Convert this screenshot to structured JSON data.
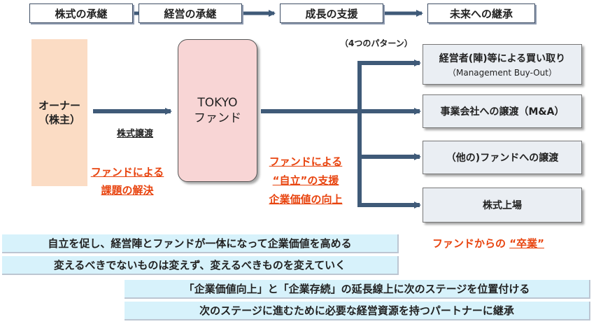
{
  "stages": [
    "株式の承継",
    "経営の承継",
    "成長の支援",
    "未来への継承"
  ],
  "owner": {
    "line1": "オーナー",
    "line2": "（株主）"
  },
  "transfer_label": "株式譲渡",
  "fund_solution": {
    "line1": "ファンドによる",
    "line2": "課題の解決"
  },
  "fund": {
    "line1": "TOKYO",
    "line2": "ファンド"
  },
  "fund_support": {
    "line1": "ファンドによる",
    "line2": "“自立”の支援",
    "line3": "企業価値の向上"
  },
  "patterns_label": "（4つのパターン）",
  "patterns": [
    {
      "label": "経営者(陣)等による買い取り",
      "sub": "（Management Buy-Out）"
    },
    {
      "label": "事業会社への譲渡（M&A）"
    },
    {
      "label": "（他の)ファンドへの譲渡"
    },
    {
      "label": "株式上場"
    }
  ],
  "graduation": {
    "prefix": "ファンドからの",
    "highlight": "“卒業”"
  },
  "bands": [
    "自立を促し、経営陣とファンドが一体になって企業価値を高める",
    "変えるべきでないものは変えず、変えるべきものを変えていく",
    "「企業価値向上」と「企業存続」の延長線上に次のステージを位置付ける",
    "次のステージに進むために必要な経営資源を持つパートナーに継承"
  ],
  "colors": {
    "arrow": "#3f5a78",
    "accent_red": "#e8440f",
    "band_bg": "#d7f2fb",
    "pattern_bg": "#eaeef3",
    "owner_bg": "#fbdcc4",
    "fund_bg": "#f8d5d5"
  }
}
